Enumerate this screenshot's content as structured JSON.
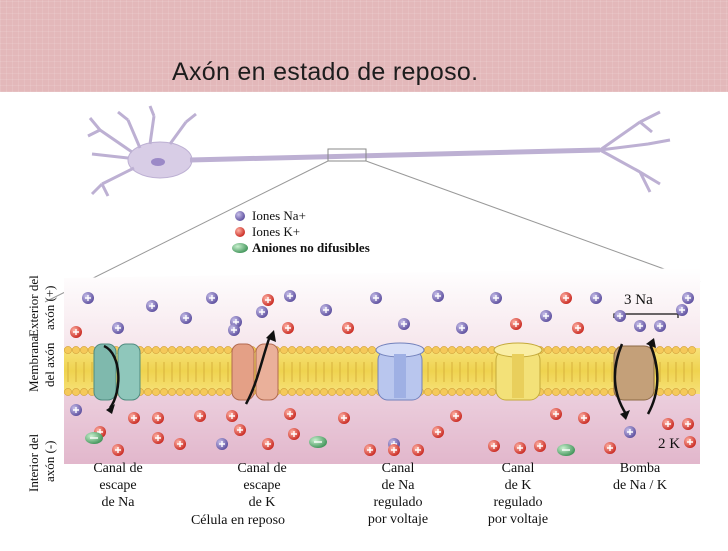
{
  "slide": {
    "title": "Axón en estado de reposo."
  },
  "diagram": {
    "legend": {
      "na_ions": "Iones Na+",
      "k_ions": "Iones K+",
      "anions": "Aniones no difusibles"
    },
    "side_labels": {
      "exterior_line1": "Exterior del",
      "exterior_line2": "axón (+)",
      "membrana": "Membrana",
      "del_axon": "del axón",
      "interior_line1": "Interior del",
      "interior_line2": "axón (-)"
    },
    "channels": [
      {
        "line1": "Canal de",
        "line2": "escape",
        "line3": "de Na"
      },
      {
        "line1": "Canal de",
        "line2": "escape",
        "line3": "de K"
      },
      {
        "line1": "Canal",
        "line2": "de Na",
        "line3": "regulado",
        "line4": "por voltaje"
      },
      {
        "line1": "Canal",
        "line2": "de K",
        "line3": "regulado",
        "line4": "por voltaje"
      },
      {
        "line1": "Bomba",
        "line2": "de Na / K"
      }
    ],
    "pump_labels": {
      "na": "3 Na",
      "k": "2 K"
    },
    "caption": "Célula en reposo",
    "colors": {
      "na_ion": "#7e70b8",
      "k_ion": "#e0443c",
      "anion": "#6db27f",
      "membrane": "#f2d75c",
      "exterior_bg": "#f6e6ec",
      "interior_bg": "#e7bfd2",
      "neuron": "#d8cde6"
    }
  }
}
